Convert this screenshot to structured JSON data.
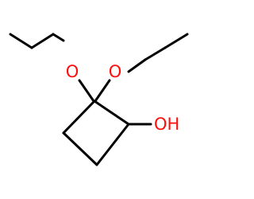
{
  "molecule": {
    "atoms": {
      "o_left": "O",
      "o_right": "O",
      "oh": "OH"
    },
    "colors": {
      "bond": "#000000",
      "oxygen": "#ff0d0d"
    }
  }
}
